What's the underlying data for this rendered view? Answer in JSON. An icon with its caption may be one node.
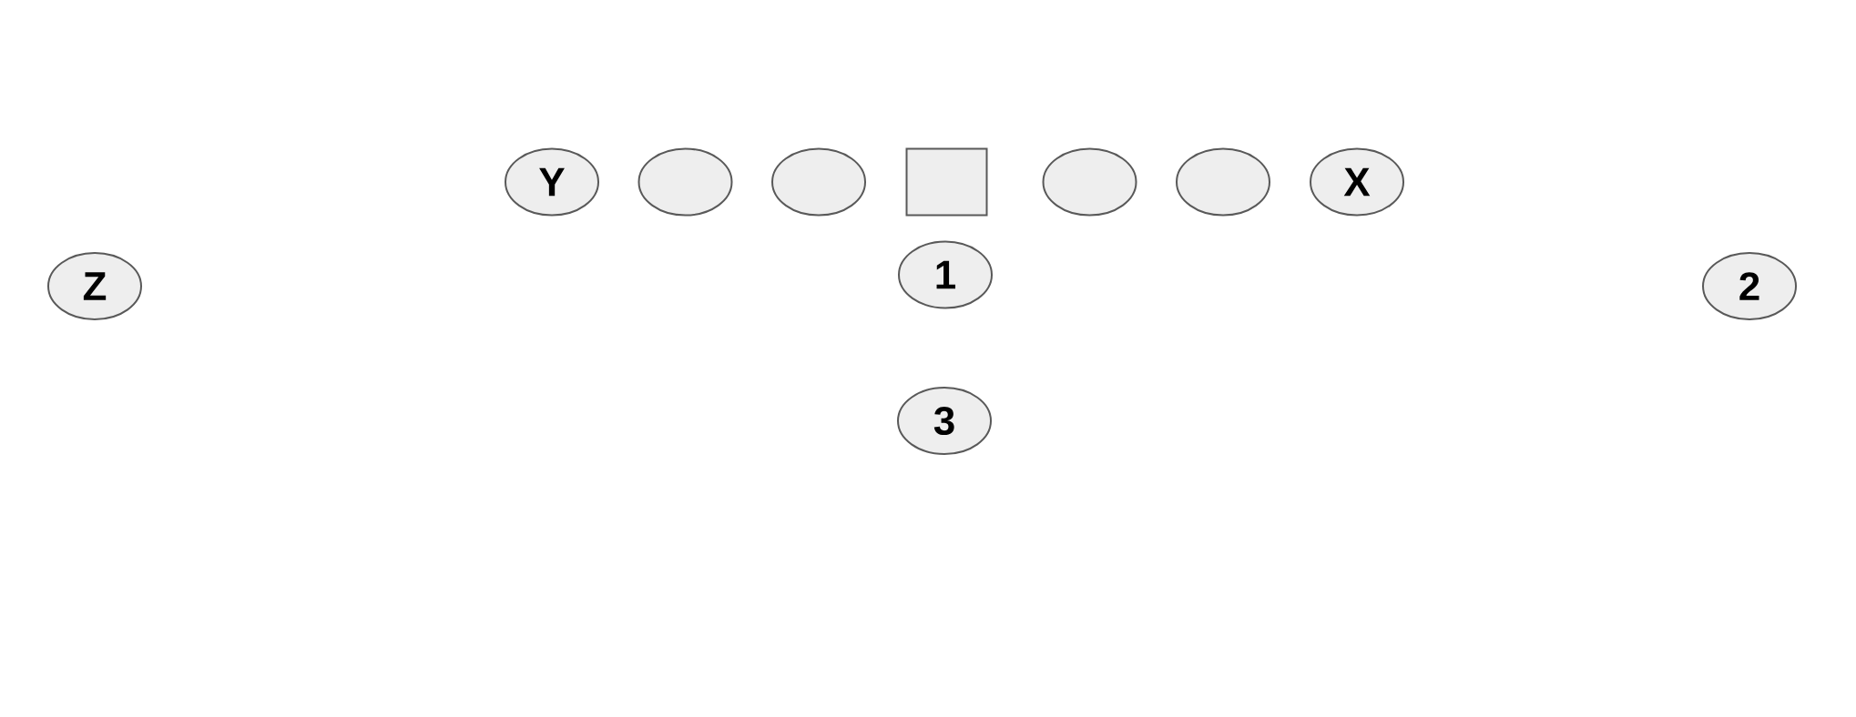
{
  "diagram": {
    "nodes": [
      {
        "text": [
          "Y"
        ]
      },
      {
        "text": [],
        "shape": "ellipse"
      },
      {
        "text": [],
        "shape": "ellipse"
      },
      {
        "text": [],
        "shape": "box"
      },
      {
        "text": [],
        "shape": "ellipse"
      },
      {
        "text": [],
        "shape": "ellipse"
      },
      {
        "text": [
          "X"
        ]
      },
      {
        "text": [
          "Z"
        ]
      },
      {
        "text": [
          "1"
        ]
      },
      {
        "text": [
          "2"
        ]
      },
      {
        "text": [
          "3"
        ]
      }
    ]
  }
}
